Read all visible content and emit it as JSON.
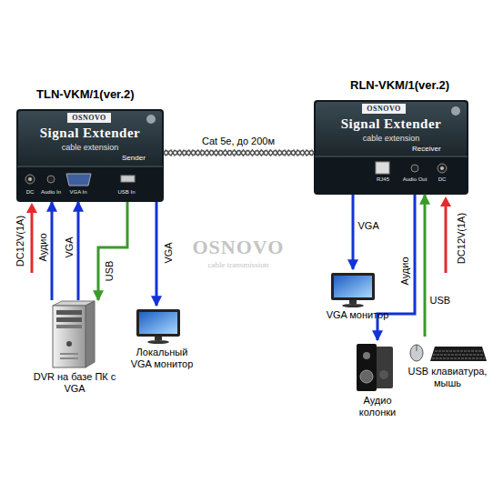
{
  "diagram": {
    "nodes": [
      {
        "text": [
          "TLN-VKM/1(ver.2)",
          "OSNOVO",
          "Signal Extender",
          "cable extension",
          "Sender",
          "DC",
          "Audio In",
          "VGA In",
          "USB In"
        ]
      },
      {
        "text": [
          "RLN-VKM/1(ver.2)",
          "OSNOVO",
          "Signal Extender",
          "cable extension",
          "Receiver",
          "RJ45",
          "Audio Out",
          "DC"
        ]
      },
      {
        "text": [
          "DVR на базе ПК с VGA"
        ]
      },
      {
        "text": [
          "Локальный VGA монитор"
        ]
      },
      {
        "text": [
          "VGA монитор"
        ]
      },
      {
        "text": [
          "Аудио колонки"
        ]
      },
      {
        "text": [
          "USB клавиатура, мышь"
        ]
      }
    ],
    "edges": [
      {
        "from": 2,
        "to": 0,
        "label": "Аудио",
        "arrow": "to"
      },
      {
        "from": 2,
        "to": 0,
        "label": "VGA",
        "arrow": "to"
      },
      {
        "from": 0,
        "to": 2,
        "label": "USB",
        "arrow": "to"
      },
      {
        "from": 0,
        "to": 3,
        "label": "VGA",
        "arrow": "to"
      },
      {
        "from": 0,
        "to": 1,
        "label": "Cat 5e, до 200м",
        "arrow": "none"
      },
      {
        "from": 1,
        "to": 4,
        "label": "VGA",
        "arrow": "to"
      },
      {
        "from": 1,
        "to": 5,
        "label": "Аудио",
        "arrow": "to"
      },
      {
        "from": 6,
        "to": 1,
        "label": "USB",
        "arrow": "to"
      }
    ],
    "labels": [
      "DC12V(1A)",
      "DC12V(1A)",
      "OSNOVO",
      "cable transmission"
    ]
  }
}
